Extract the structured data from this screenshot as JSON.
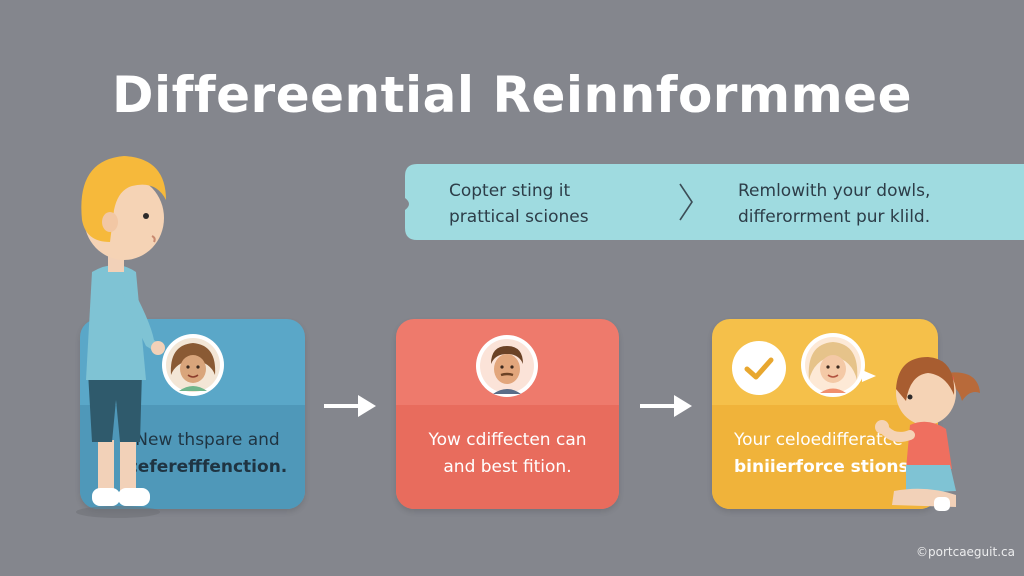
{
  "title": "Differeential Reinnformmee",
  "banner": {
    "left_line1": "Copter sting it",
    "left_line2": "prattical sciones",
    "right_line1": "Remlowith your dowls,",
    "right_line2": "differorrment pur klild."
  },
  "cards": [
    {
      "line1": "New thspare and",
      "line2": "ceferefffenction."
    },
    {
      "line1": "Yow cdiffecten can",
      "line2": "and best fition."
    },
    {
      "line1": "Your celoedifferatce",
      "line2": "biniierforce stions."
    }
  ],
  "watermark": "©portcaeguit.ca",
  "colors": {
    "background": "#84868d",
    "banner": "#9fdbe0",
    "card_blue": "#5aa7c8",
    "card_red": "#ee7a6c",
    "card_yellow": "#f5c04a"
  },
  "icons": [
    "chevron-right-icon",
    "arrow-right-icon",
    "checkmark-icon"
  ]
}
